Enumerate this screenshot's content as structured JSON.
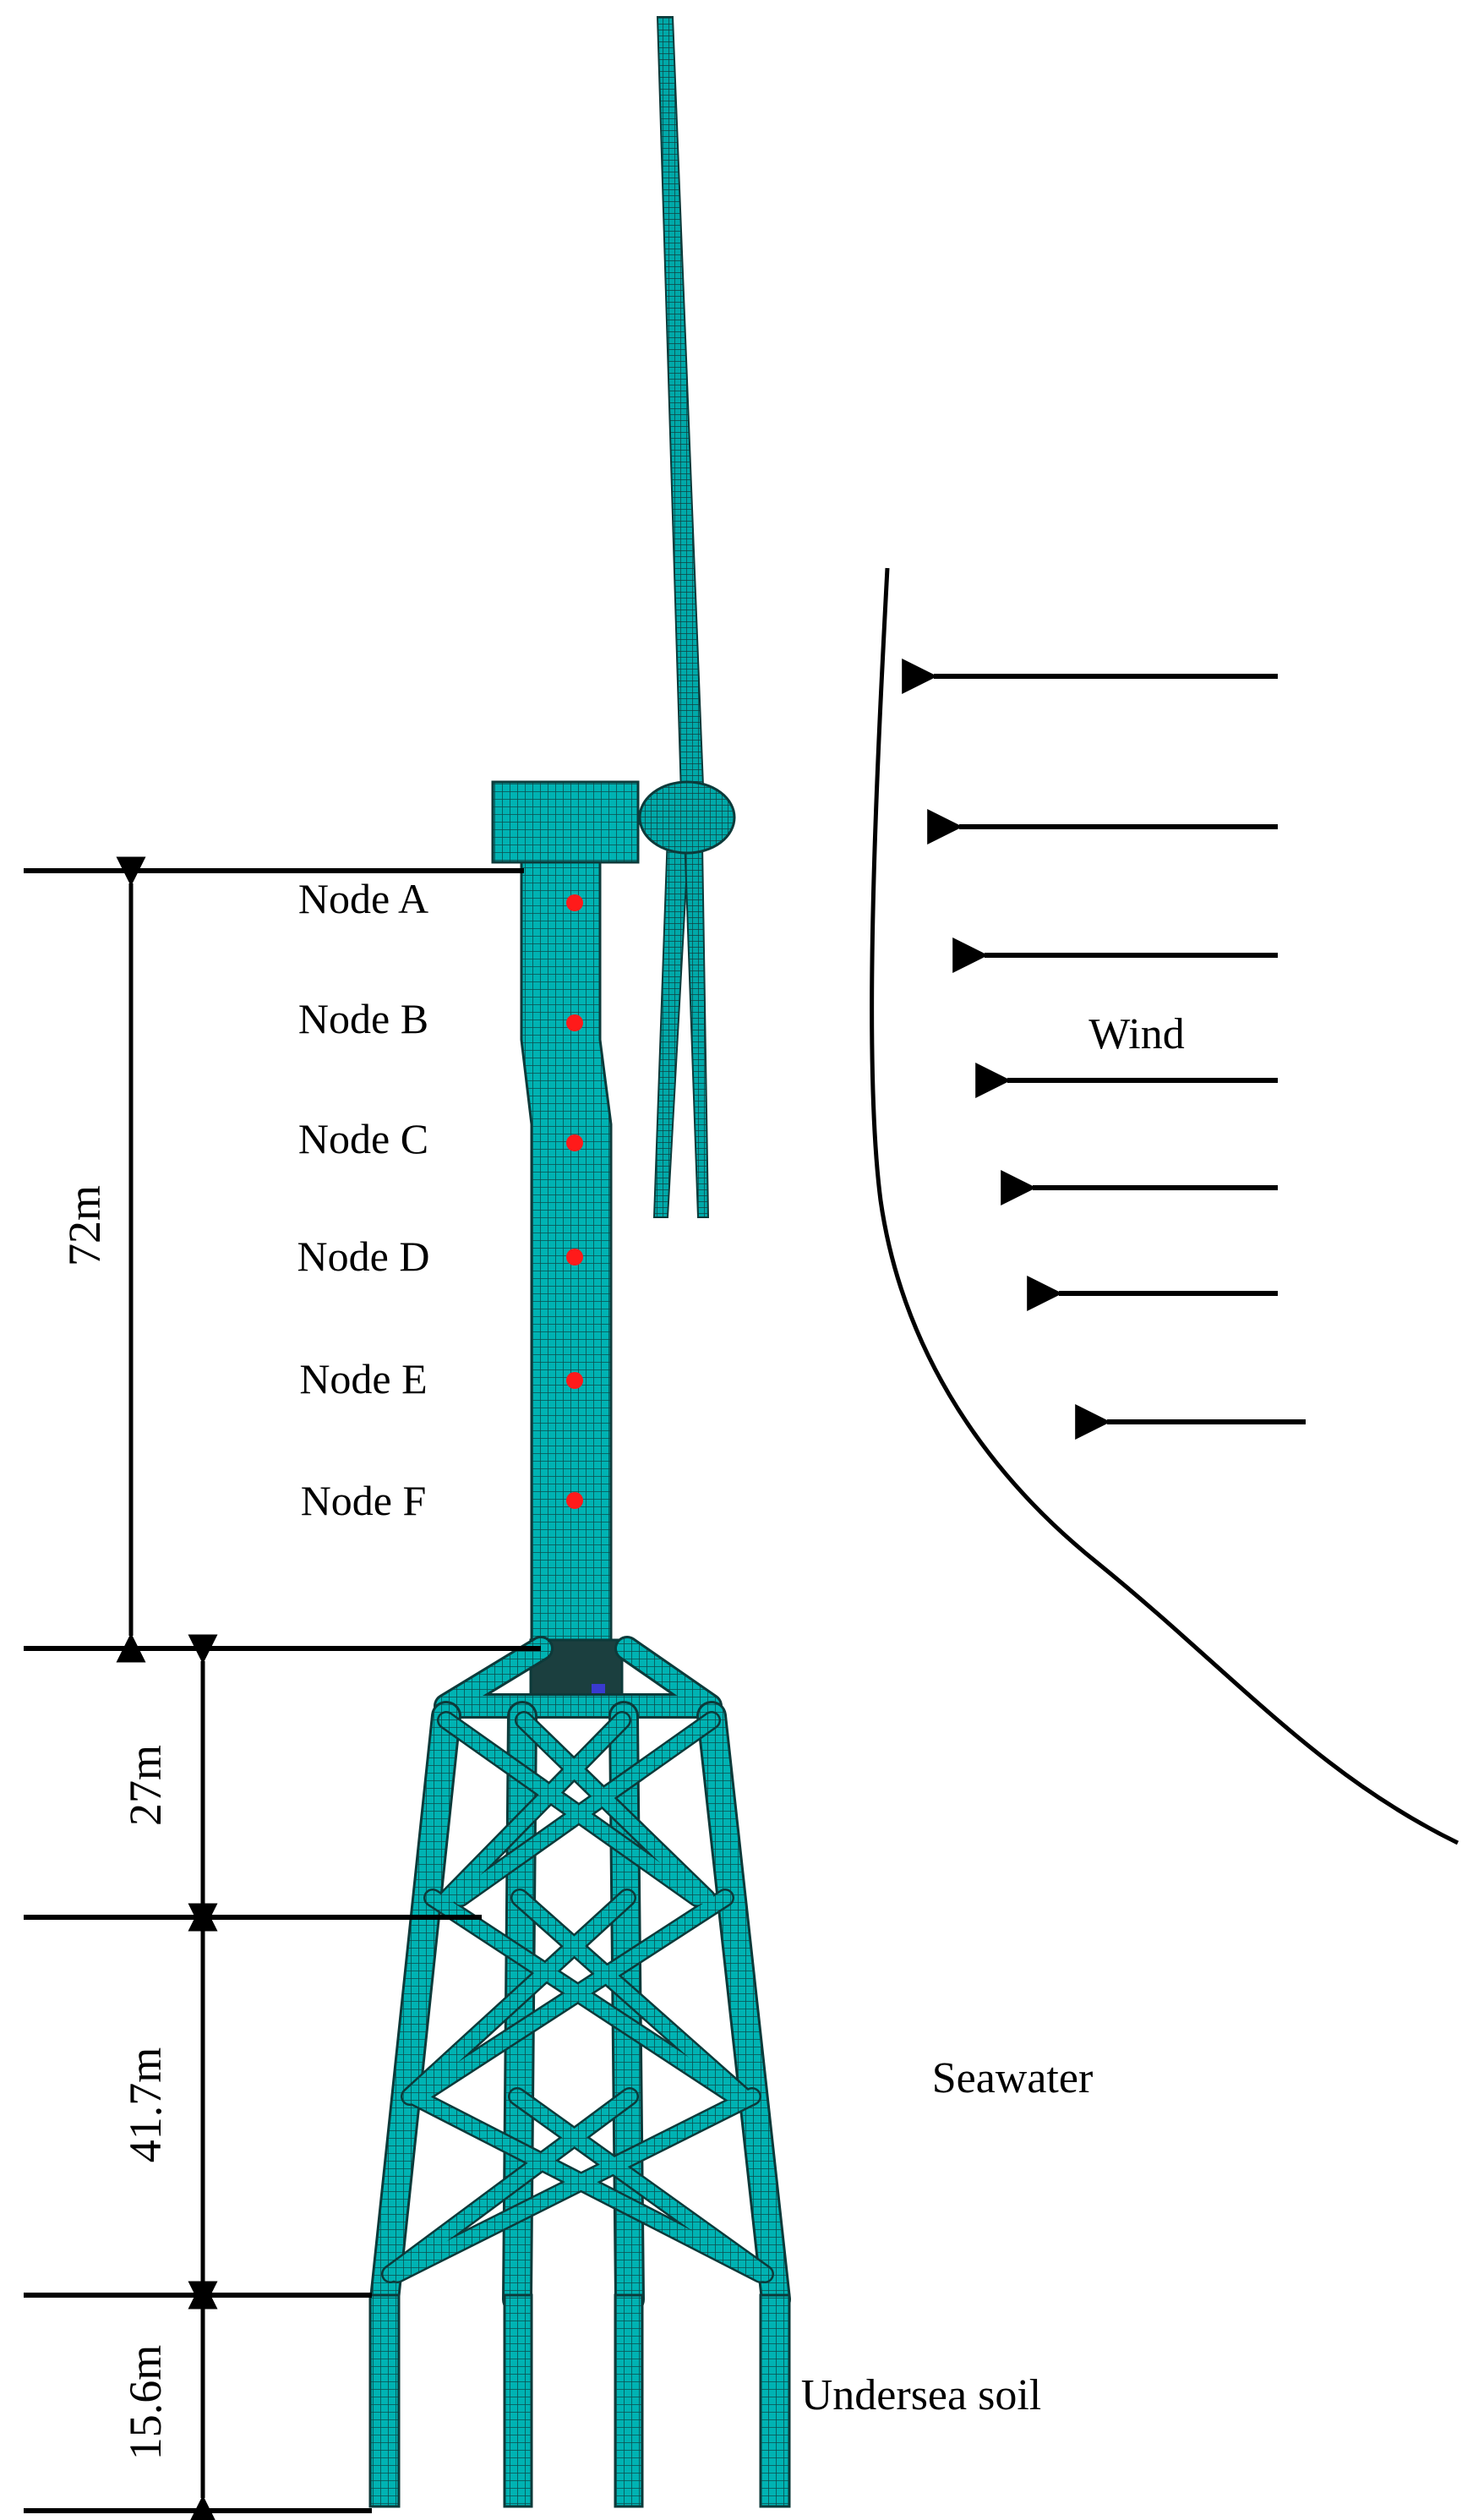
{
  "nodes": [
    {
      "label": "Node A"
    },
    {
      "label": "Node B"
    },
    {
      "label": "Node C"
    },
    {
      "label": "Node D"
    },
    {
      "label": "Node E"
    },
    {
      "label": "Node F"
    }
  ],
  "dimensions": {
    "tower": "72m",
    "upper_jacket": "27m",
    "lower_jacket": "41.7m",
    "pile": "15.6m"
  },
  "labels": {
    "wind": "Wind",
    "seawater": "Seawater",
    "soil": "Undersea soil"
  },
  "colors": {
    "mesh": "#00b0b0",
    "mesh_dark": "#1a3c3c",
    "node_marker": "#ff1a1a",
    "line": "#000000"
  }
}
